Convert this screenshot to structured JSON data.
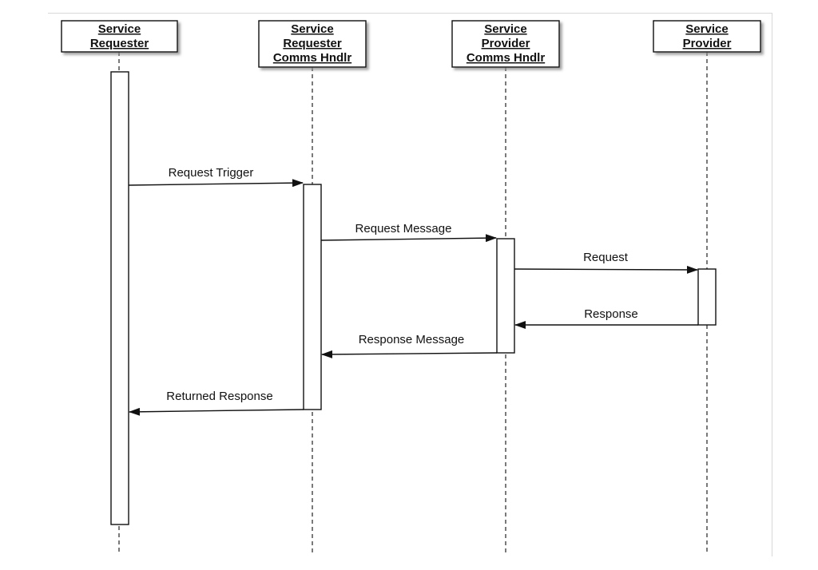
{
  "diagram": {
    "type": "sequence-diagram",
    "colors": {
      "stroke": "#111111",
      "box_fill": "#ffffff",
      "shadow": "#8a8a8a",
      "background": "#ffffff"
    },
    "participants": [
      {
        "id": "service-requester",
        "lines": [
          "Service",
          "Requester"
        ]
      },
      {
        "id": "service-requester-comms-hndlr",
        "lines": [
          "Service",
          "Requester",
          "Comms Hndlr"
        ]
      },
      {
        "id": "service-provider-comms-hndlr",
        "lines": [
          "Service",
          "Provider",
          "Comms Hndlr"
        ]
      },
      {
        "id": "service-provider",
        "lines": [
          "Service",
          "Provider"
        ]
      }
    ],
    "messages": [
      {
        "label": "Request Trigger",
        "from": "service-requester",
        "to": "service-requester-comms-hndlr",
        "kind": "call"
      },
      {
        "label": "Request Message",
        "from": "service-requester-comms-hndlr",
        "to": "service-provider-comms-hndlr",
        "kind": "call"
      },
      {
        "label": "Request",
        "from": "service-provider-comms-hndlr",
        "to": "service-provider",
        "kind": "call"
      },
      {
        "label": "Response",
        "from": "service-provider",
        "to": "service-provider-comms-hndlr",
        "kind": "return"
      },
      {
        "label": "Response Message",
        "from": "service-provider-comms-hndlr",
        "to": "service-requester-comms-hndlr",
        "kind": "return"
      },
      {
        "label": "Returned Response",
        "from": "service-requester-comms-hndlr",
        "to": "service-requester",
        "kind": "return"
      }
    ]
  }
}
